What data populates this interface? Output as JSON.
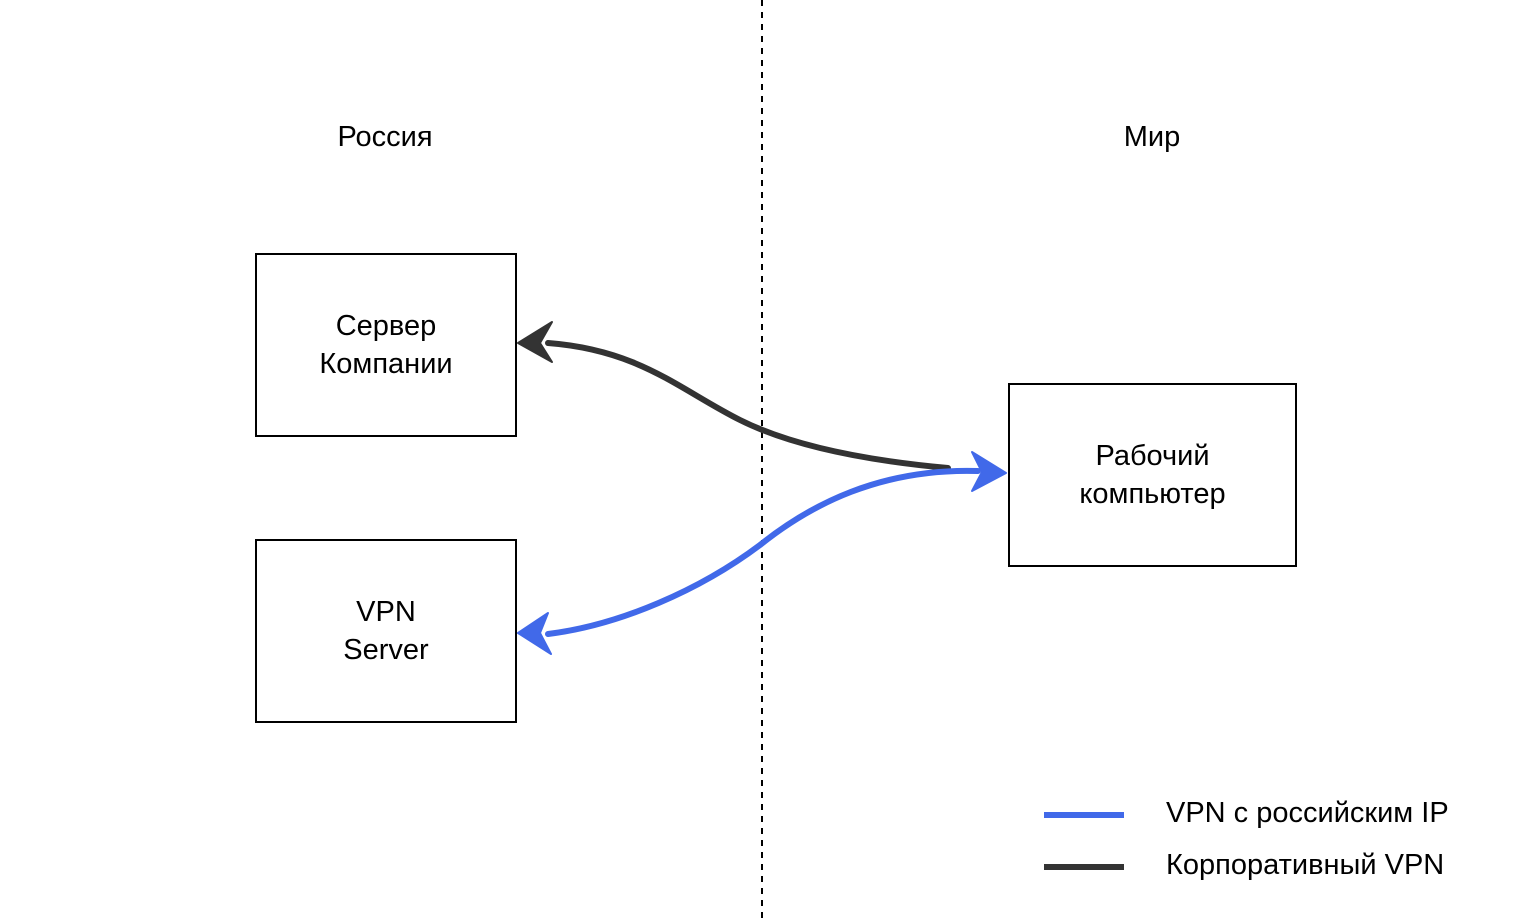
{
  "regions": {
    "left": "Россия",
    "right": "Мир"
  },
  "nodes": {
    "company_server": {
      "line1": "Сервер",
      "line2": "Компании"
    },
    "vpn_server": {
      "line1": "VPN",
      "line2": "Server"
    },
    "work_computer": {
      "line1": "Рабочий",
      "line2": "компьютер"
    }
  },
  "legend": {
    "items": [
      {
        "label": "VPN с российским IP",
        "color": "#4169e9"
      },
      {
        "label": "Корпоративный VPN",
        "color": "#333333"
      }
    ]
  },
  "colors": {
    "vpn_russian_ip": "#4169e9",
    "corporate_vpn": "#333333",
    "divider": "#000000",
    "box_border": "#000000"
  }
}
